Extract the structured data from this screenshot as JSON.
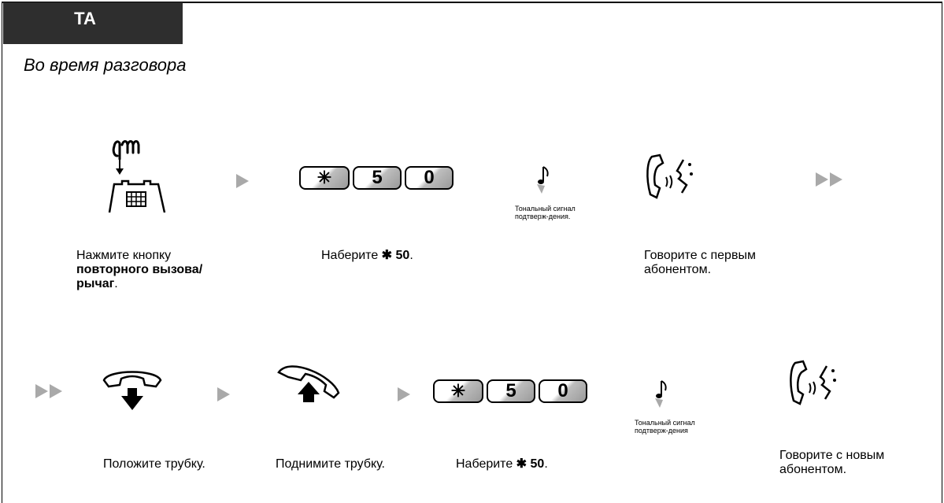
{
  "header": {
    "tab": "TA",
    "condition": "Во время разговора"
  },
  "row1": {
    "step1": {
      "label_plain": "Нажмите кнопку",
      "label_bold": "повторного вызова/рычаг",
      "label_end": "."
    },
    "step2": {
      "keys": [
        "✳",
        "5",
        "0"
      ],
      "label_prefix": "Наберите ",
      "label_star": "✱",
      "label_code": " 50",
      "label_end": "."
    },
    "step3": {
      "label": "Тональный сигнал подтверж-дения."
    },
    "step4": {
      "label": "Говорите с первым абонентом."
    }
  },
  "row2": {
    "step1": {
      "label": "Положите трубку."
    },
    "step2": {
      "label": "Поднимите трубку."
    },
    "step3": {
      "keys": [
        "✳",
        "5",
        "0"
      ],
      "label_prefix": "Наберите ",
      "label_star": "✱",
      "label_code": " 50",
      "label_end": "."
    },
    "step4": {
      "label": "Тональный сигнал подтверж-дения"
    },
    "step5": {
      "label": "Говорите с новым абонентом."
    }
  },
  "colors": {
    "tab_bg": "#2e2e2e",
    "arrow": "#a9a9a9"
  }
}
